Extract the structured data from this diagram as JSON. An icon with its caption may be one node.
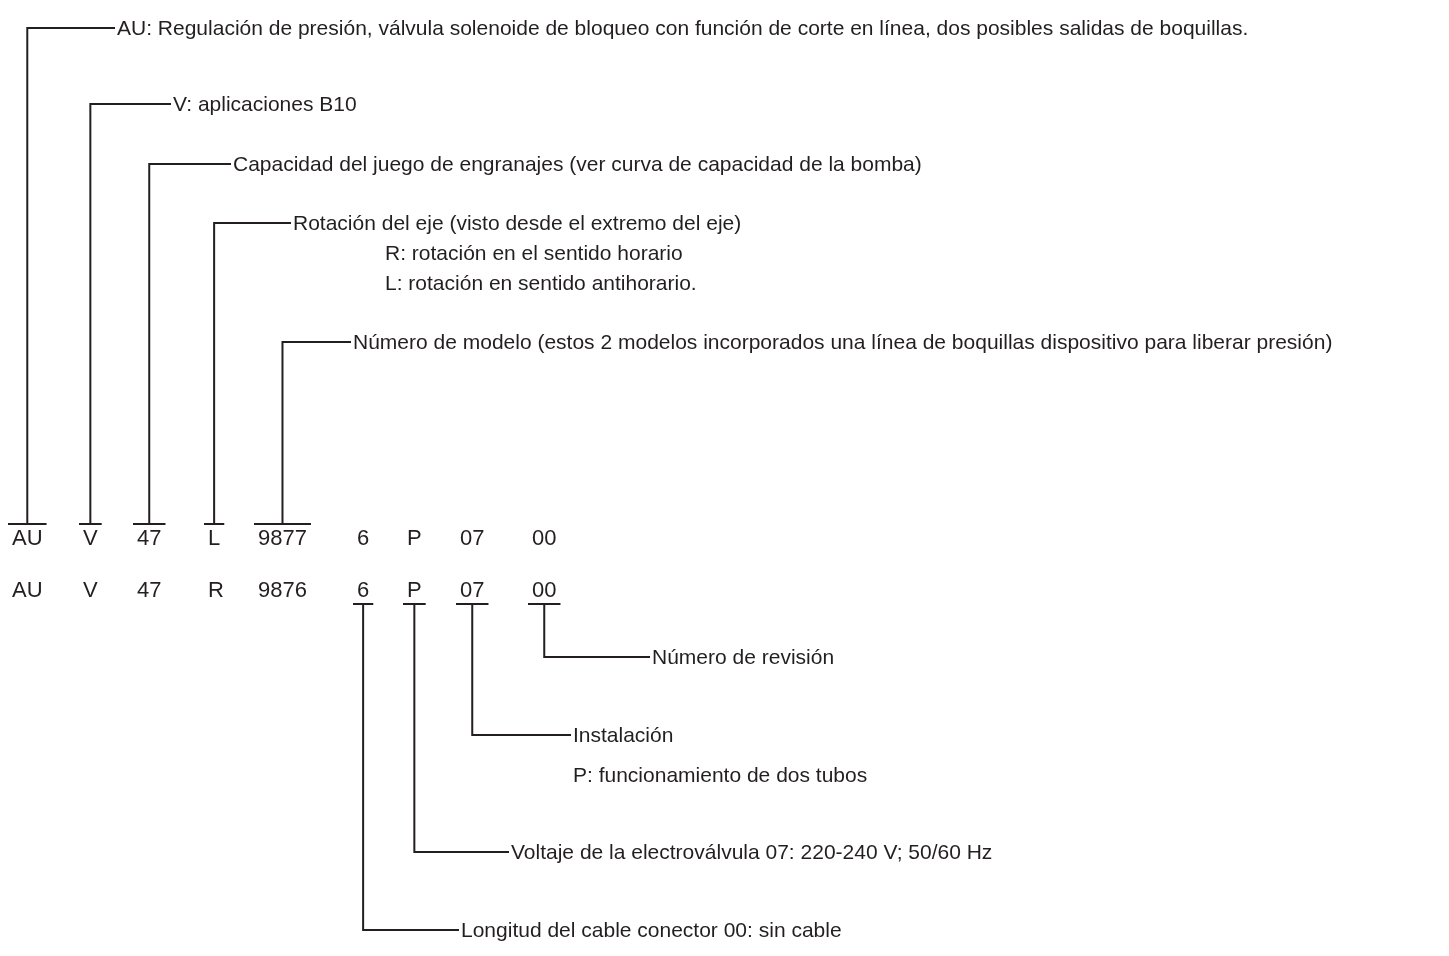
{
  "diagram": {
    "nodes": [
      {
        "text": [
          "AU: Regulación de presión, válvula solenoide de bloqueo con función de corte en línea, dos posibles salidas de boquillas."
        ]
      },
      {
        "text": [
          "V: aplicaciones B10"
        ]
      },
      {
        "text": [
          "Capacidad del juego de engranajes (ver curva de capacidad de la bomba)"
        ]
      },
      {
        "text": [
          "Rotación del eje (visto desde el extremo del eje)",
          "R: rotación en el sentido horario",
          "L: rotación en sentido antihorario."
        ]
      },
      {
        "text": [
          "Número de modelo (estos 2 modelos incorporados una línea de boquillas dispositivo para liberar presión)"
        ]
      },
      {
        "text": [
          "AU"
        ]
      },
      {
        "text": [
          "V"
        ]
      },
      {
        "text": [
          "47"
        ]
      },
      {
        "text": [
          "L"
        ]
      },
      {
        "text": [
          "9877"
        ]
      },
      {
        "text": [
          "6"
        ]
      },
      {
        "text": [
          "P"
        ]
      },
      {
        "text": [
          "07"
        ]
      },
      {
        "text": [
          "00"
        ]
      },
      {
        "text": [
          "AU"
        ]
      },
      {
        "text": [
          "V"
        ]
      },
      {
        "text": [
          "47"
        ]
      },
      {
        "text": [
          "R"
        ]
      },
      {
        "text": [
          "9876"
        ]
      },
      {
        "text": [
          "6"
        ]
      },
      {
        "text": [
          "P"
        ]
      },
      {
        "text": [
          "07"
        ]
      },
      {
        "text": [
          "00"
        ]
      },
      {
        "text": [
          "Número de revisión"
        ]
      },
      {
        "text": [
          "Instalación",
          "P: funcionamiento de dos tubos"
        ]
      },
      {
        "text": [
          "Voltaje de la electroválvula 07: 220-240 V; 50/60 Hz"
        ]
      },
      {
        "text": [
          "Longitud del cable conector 00: sin cable"
        ]
      }
    ],
    "edges": [
      {
        "from": 0,
        "to": 5,
        "arrow": "none"
      },
      {
        "from": 1,
        "to": 6,
        "arrow": "none"
      },
      {
        "from": 2,
        "to": 7,
        "arrow": "none"
      },
      {
        "from": 3,
        "to": 8,
        "arrow": "none"
      },
      {
        "from": 4,
        "to": 9,
        "arrow": "none"
      },
      {
        "from": 23,
        "to": 22,
        "arrow": "none"
      },
      {
        "from": 24,
        "to": 21,
        "arrow": "none"
      },
      {
        "from": 25,
        "to": 20,
        "arrow": "none"
      },
      {
        "from": 26,
        "to": 19,
        "arrow": "none"
      }
    ]
  }
}
